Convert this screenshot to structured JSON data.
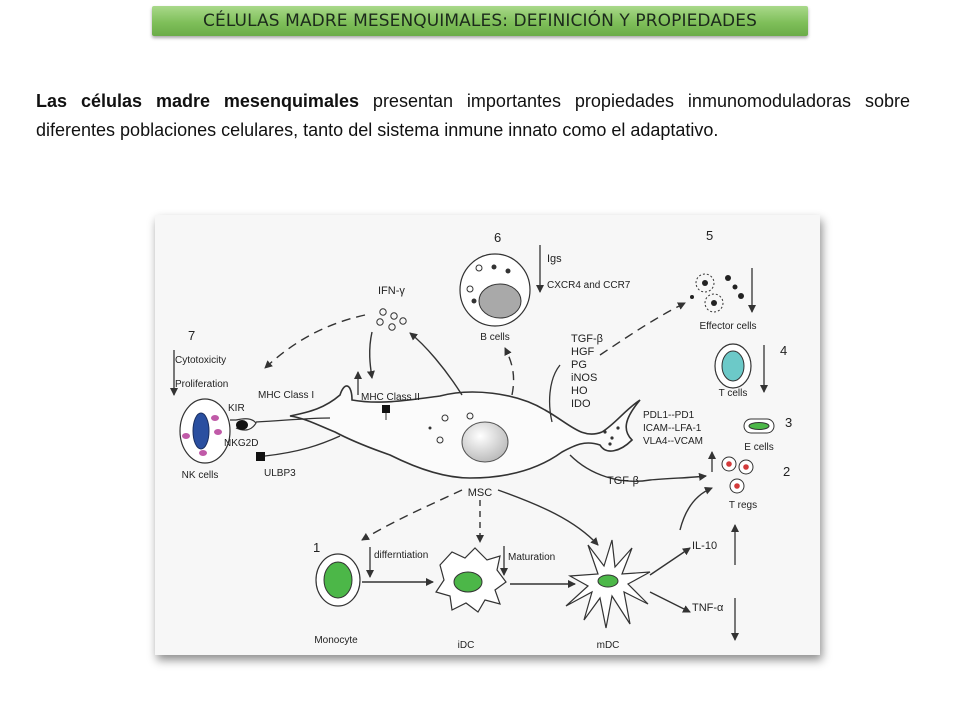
{
  "header": {
    "title": "CÉLULAS MADRE MESENQUIMALES: DEFINICIÓN Y PROPIEDADES"
  },
  "intro": {
    "bold": "Las células madre mesenquimales",
    "rest": " presentan importantes propiedades inmunomoduladoras sobre diferentes poblaciones celulares, tanto del sistema inmune innato como el adaptativo."
  },
  "diagram": {
    "center_label": "MSC",
    "numbers": {
      "n1": "1",
      "n2": "2",
      "n3": "3",
      "n4": "4",
      "n5": "5",
      "n6": "6",
      "n7": "7"
    },
    "labels": {
      "ifn": "IFN-γ",
      "igs": "Igs",
      "cxcr": "CXCR4 and CCR7",
      "b_cells": "B cells",
      "effector_cells": "Effector cells",
      "cytotoxicity": "Cytotoxicity",
      "proliferation": "Proliferation",
      "mhc1": "MHC Class I",
      "mhc2": "MHC Class II",
      "kir": "KIR",
      "nkg2d": "NKG2D",
      "nk_cells": "NK cells",
      "ulbp3": "ULBP3",
      "tgf1": "TGF-β",
      "hgf": "HGF",
      "pg": "PG",
      "inos": "iNOS",
      "ho": "HO",
      "ido": "IDO",
      "t_cells": "T cells",
      "pdl1": "PDL1--PD1",
      "icam": "ICAM--LFA-1",
      "vla4": "VLA4--VCAM",
      "e_cells": "E cells",
      "tgf2": "TGF-β",
      "tregs": "T regs",
      "diff": "differntiation",
      "maturation": "Maturation",
      "il10": "IL-10",
      "tnf": "TNF-α",
      "monocyte": "Monocyte",
      "idc": "iDC",
      "mdc": "mDC"
    }
  },
  "colors": {
    "title_bar": "#7fbf5a",
    "green_cell": "#4cb748",
    "teal_cell": "#6cc9c8",
    "nk_nucleus": "#2a4fa0",
    "nk_granule": "#c05aa8",
    "treg_dot": "#d33a3a"
  }
}
